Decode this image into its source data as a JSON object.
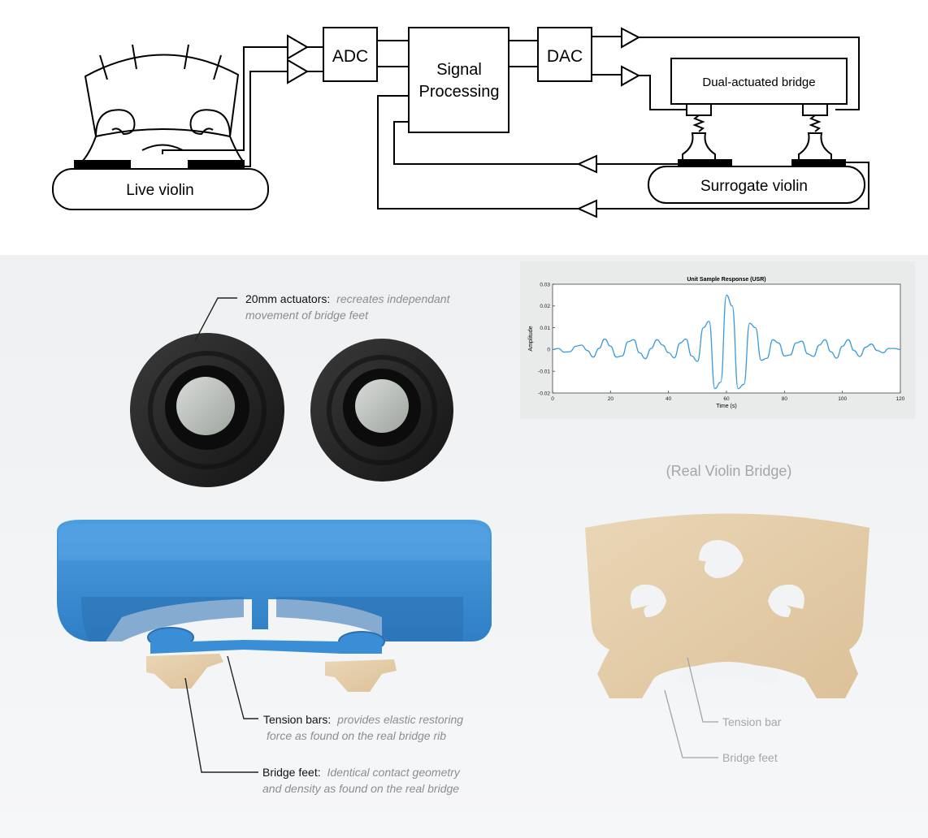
{
  "block_diagram": {
    "adc_label": "ADC",
    "processing_line1": "Signal",
    "processing_line2": "Processing",
    "dac_label": "DAC",
    "bridge_label": "Dual-actuated bridge",
    "live_violin_label": "Live violin",
    "surrogate_violin_label": "Surrogate violin"
  },
  "annotations": {
    "actuators_title": "20mm actuators:",
    "actuators_desc_1": "recreates independant",
    "actuators_desc_2": "movement of bridge feet",
    "tension_title": "Tension bars:",
    "tension_desc_1": "provides elastic restoring",
    "tension_desc_2": "force as found on the real bridge rib",
    "feet_title": "Bridge feet:",
    "feet_desc_1": "Identical contact geometry",
    "feet_desc_2": "and density as found on the real bridge",
    "real_bridge_caption": "(Real Violin Bridge)",
    "real_tension_label": "Tension bar",
    "real_feet_label": "Bridge feet"
  },
  "colors": {
    "blue_bridge": "#3d8fd6",
    "wood": "#e6cfae",
    "actuator_rubber": "#222222",
    "plot_line": "#3a9ad9"
  },
  "chart_data": {
    "type": "line",
    "title": "Unit Sample Response (USR)",
    "xlabel": "Time (s)",
    "ylabel": "Amplitude",
    "xlim": [
      0,
      120
    ],
    "ylim": [
      -0.02,
      0.03
    ],
    "x_ticks": [
      0,
      20,
      40,
      60,
      80,
      100,
      120
    ],
    "y_ticks": [
      -0.02,
      -0.01,
      0,
      0.01,
      0.02,
      0.03
    ],
    "x_tick_labels": [
      "0",
      "20",
      "40",
      "60",
      "80",
      "100",
      "120"
    ],
    "y_tick_labels": [
      "-0.02",
      "-0.01",
      "0",
      "0.01",
      "0.02",
      "0.03"
    ],
    "series": [
      {
        "x": [
          0,
          2,
          4,
          6,
          8,
          10,
          12,
          14,
          16,
          18,
          20,
          22,
          24,
          26,
          28,
          30,
          32,
          34,
          36,
          38,
          40,
          42,
          44,
          46,
          48,
          50,
          52,
          54,
          56,
          58,
          60,
          62,
          64,
          66,
          68,
          70,
          72,
          74,
          76,
          78,
          80,
          82,
          84,
          86,
          88,
          90,
          92,
          94,
          96,
          98,
          100,
          102,
          104,
          106,
          108,
          110,
          112,
          114,
          116,
          118,
          120
        ],
        "values": [
          0.0,
          0.0005,
          -0.0012,
          -0.001,
          0.0015,
          0.002,
          -0.0005,
          -0.0035,
          0.0005,
          0.0048,
          0.0015,
          -0.0035,
          -0.003,
          0.0035,
          0.0045,
          -0.0015,
          -0.0042,
          0.0005,
          0.0045,
          0.002,
          -0.0015,
          -0.0038,
          0.003,
          0.0048,
          -0.003,
          -0.0055,
          0.01,
          0.013,
          -0.018,
          -0.015,
          0.025,
          0.02,
          -0.018,
          -0.016,
          0.012,
          0.01,
          -0.005,
          -0.004,
          0.0045,
          0.003,
          -0.003,
          -0.0025,
          0.003,
          0.0038,
          -0.002,
          -0.0032,
          0.002,
          0.0045,
          -0.001,
          -0.004,
          0.0015,
          0.0045,
          -0.0005,
          -0.0032,
          0.001,
          0.0025,
          -0.0005,
          -0.0015,
          0.0005,
          0.0005,
          0.0
        ]
      }
    ]
  }
}
